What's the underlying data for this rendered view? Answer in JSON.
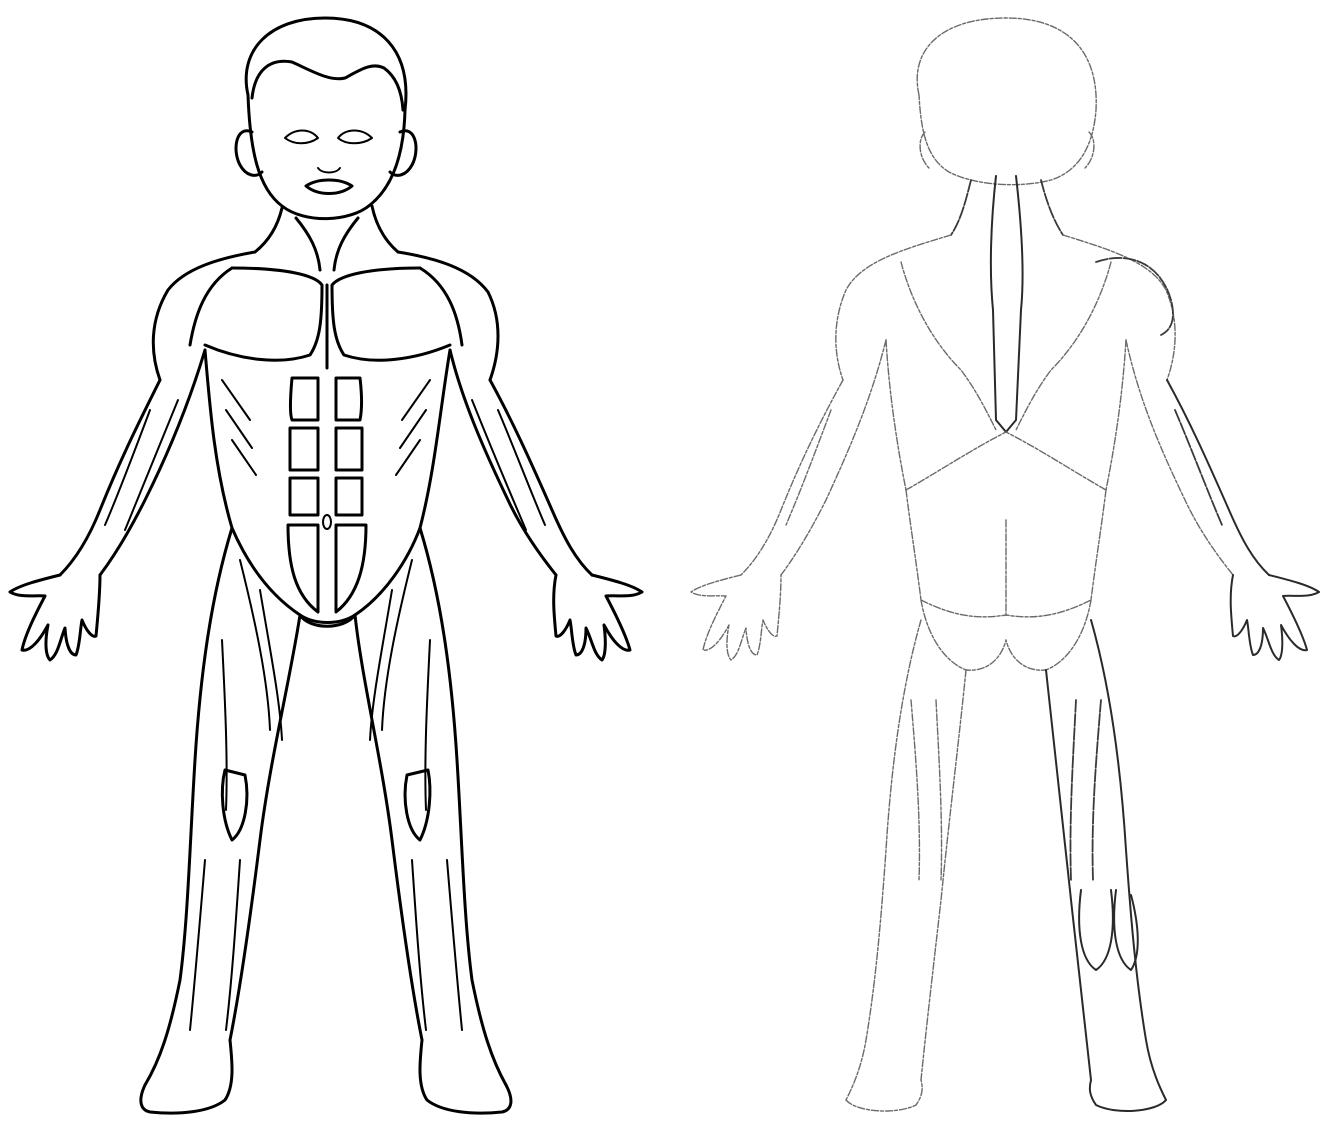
{
  "diagram": {
    "views": [
      {
        "name": "front",
        "icon": "child-muscle-outline-front"
      },
      {
        "name": "back",
        "icon": "child-muscle-outline-back"
      }
    ],
    "colors": {
      "background": "#ffffff",
      "front_line": "#000000",
      "back_line": "#6a6a6a"
    }
  }
}
